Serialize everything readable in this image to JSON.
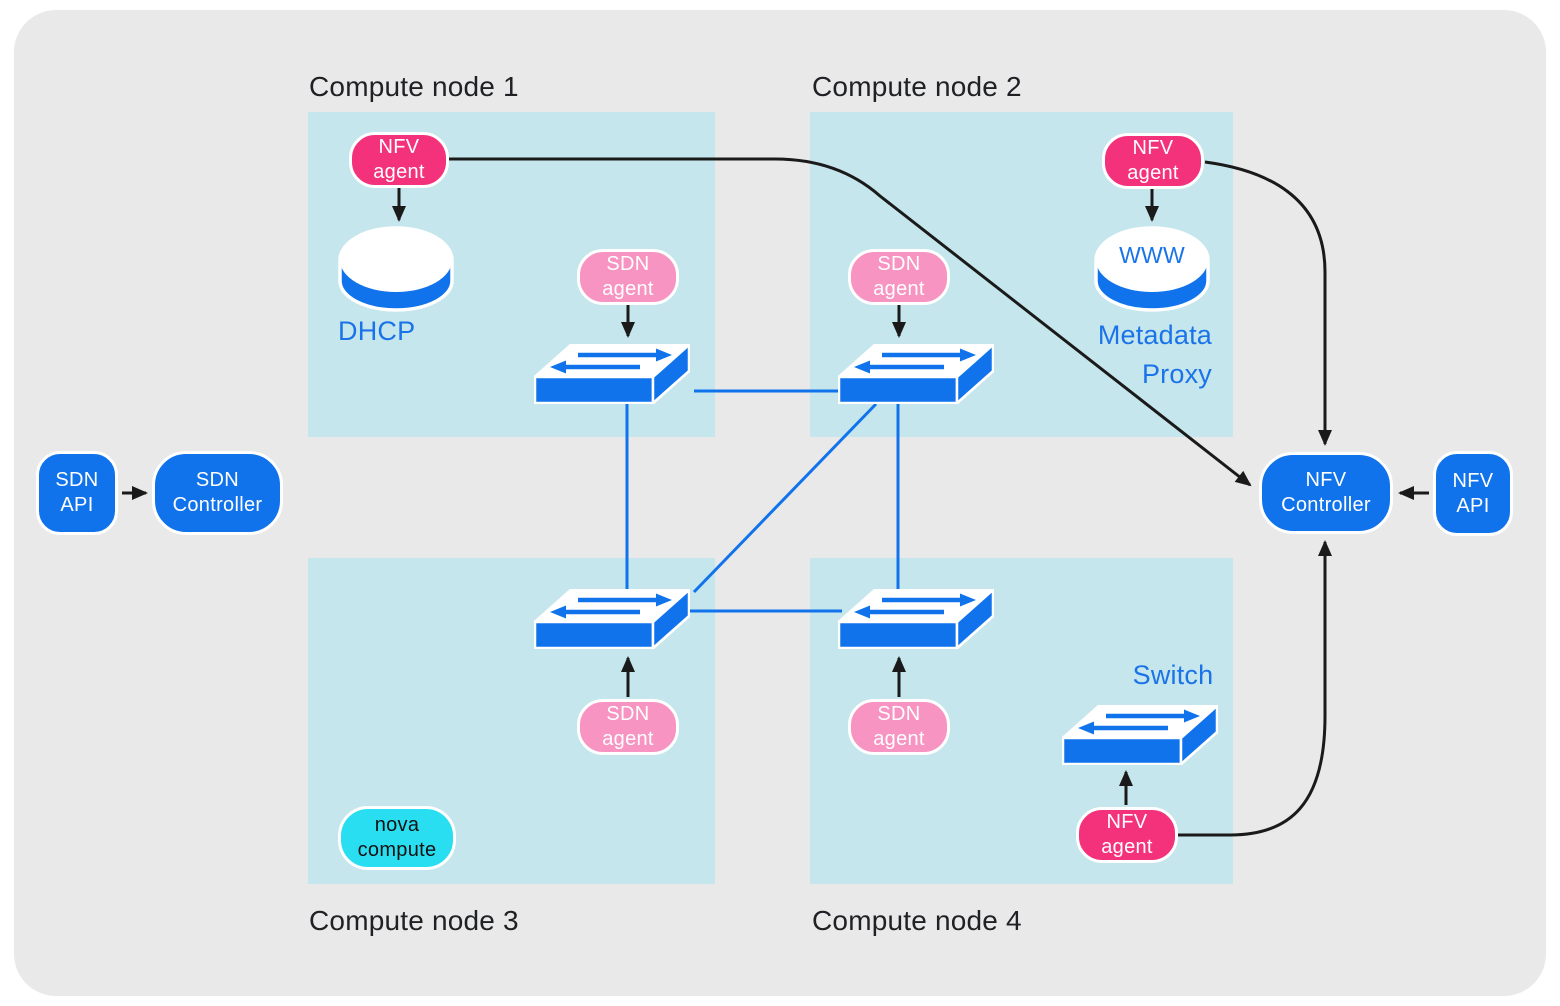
{
  "colors": {
    "blue": "#1173ec",
    "blue_text": "#1a73e8",
    "pink_strong": "#f4327c",
    "pink_light": "#f794c1",
    "cyan_bright": "#2adef2",
    "panel_cyan": "#c5e6ec",
    "board_gray": "#e9e9ea",
    "line_black": "#1a1a1a",
    "title_text": "#202124"
  },
  "titles": {
    "node1": "Compute node 1",
    "node2": "Compute node 2",
    "node3": "Compute node 3",
    "node4": "Compute node 4"
  },
  "pills": {
    "nfv_agent": "NFV\nagent",
    "sdn_agent": "SDN\nagent",
    "nova_compute": "nova\ncompute",
    "sdn_api": "SDN\nAPI",
    "sdn_controller": "SDN\nController",
    "nfv_controller": "NFV\nController",
    "nfv_api": "NFV\nAPI"
  },
  "labels": {
    "dhcp": "DHCP",
    "www": "WWW",
    "metadata_proxy": "Metadata\nProxy",
    "switch": "Switch"
  }
}
